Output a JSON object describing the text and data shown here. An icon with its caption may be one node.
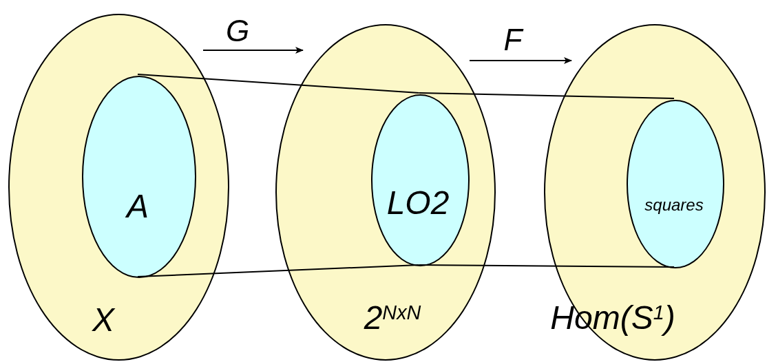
{
  "diagram": {
    "nodes": [
      {
        "text": [
          "X"
        ]
      },
      {
        "text": [
          "A"
        ],
        "in": 0
      },
      {
        "text": [
          "2$^{NxN}$"
        ]
      },
      {
        "text": [
          "LO2"
        ],
        "in": 2
      },
      {
        "text": [
          "Hom(S$^{1}$)"
        ]
      },
      {
        "text": [
          "squares"
        ],
        "in": 4
      }
    ],
    "edges": [
      {
        "from": 1,
        "to": 3,
        "arrow": "none"
      },
      {
        "from": 1,
        "to": 3,
        "arrow": "none"
      },
      {
        "from": 3,
        "to": 5,
        "arrow": "none"
      },
      {
        "from": 3,
        "to": 5,
        "arrow": "none"
      },
      {
        "from": 0,
        "to": 2,
        "arrow": "to",
        "label": "G"
      },
      {
        "from": 2,
        "to": 4,
        "arrow": "to",
        "label": "F"
      }
    ]
  }
}
